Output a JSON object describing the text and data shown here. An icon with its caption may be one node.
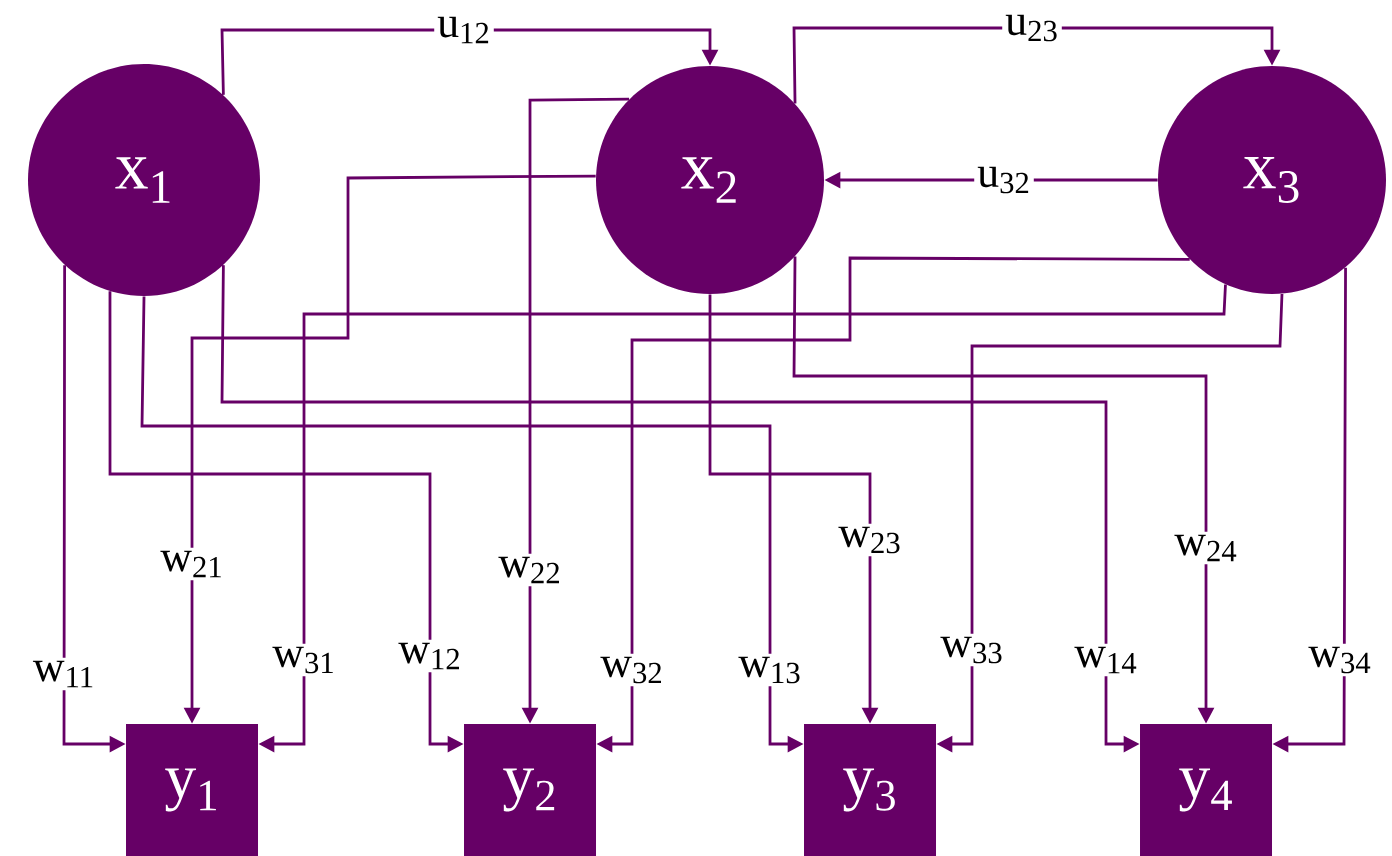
{
  "diagram": {
    "nodes": [
      {
        "text": [
          "x$_{1}$"
        ]
      },
      {
        "text": [
          "x$_{2}$"
        ]
      },
      {
        "text": [
          "x$_{3}$"
        ]
      },
      {
        "text": [
          "y$_{1}$"
        ]
      },
      {
        "text": [
          "y$_{2}$"
        ]
      },
      {
        "text": [
          "y$_{3}$"
        ]
      },
      {
        "text": [
          "y$_{4}$"
        ]
      }
    ],
    "edges": [
      {
        "from": 0,
        "to": 1,
        "arrow": "to",
        "label": "u$_{12}$"
      },
      {
        "from": 1,
        "to": 2,
        "arrow": "to",
        "label": "u$_{23}$"
      },
      {
        "from": 2,
        "to": 1,
        "arrow": "to",
        "label": "u$_{32}$"
      },
      {
        "from": 0,
        "to": 3,
        "arrow": "to",
        "label": "w$_{11}$"
      },
      {
        "from": 1,
        "to": 3,
        "arrow": "to",
        "label": "w$_{21}$"
      },
      {
        "from": 2,
        "to": 3,
        "arrow": "to",
        "label": "w$_{31}$"
      },
      {
        "from": 0,
        "to": 4,
        "arrow": "to",
        "label": "w$_{12}$"
      },
      {
        "from": 1,
        "to": 4,
        "arrow": "to",
        "label": "w$_{22}$"
      },
      {
        "from": 2,
        "to": 4,
        "arrow": "to",
        "label": "w$_{32}$"
      },
      {
        "from": 0,
        "to": 5,
        "arrow": "to",
        "label": "w$_{13}$"
      },
      {
        "from": 1,
        "to": 5,
        "arrow": "to",
        "label": "w$_{23}$"
      },
      {
        "from": 2,
        "to": 5,
        "arrow": "to",
        "label": "w$_{33}$"
      },
      {
        "from": 0,
        "to": 6,
        "arrow": "to",
        "label": "w$_{14}$"
      },
      {
        "from": 1,
        "to": 6,
        "arrow": "to",
        "label": "w$_{24}$"
      },
      {
        "from": 2,
        "to": 6,
        "arrow": "to",
        "label": "w$_{34}$"
      }
    ]
  }
}
